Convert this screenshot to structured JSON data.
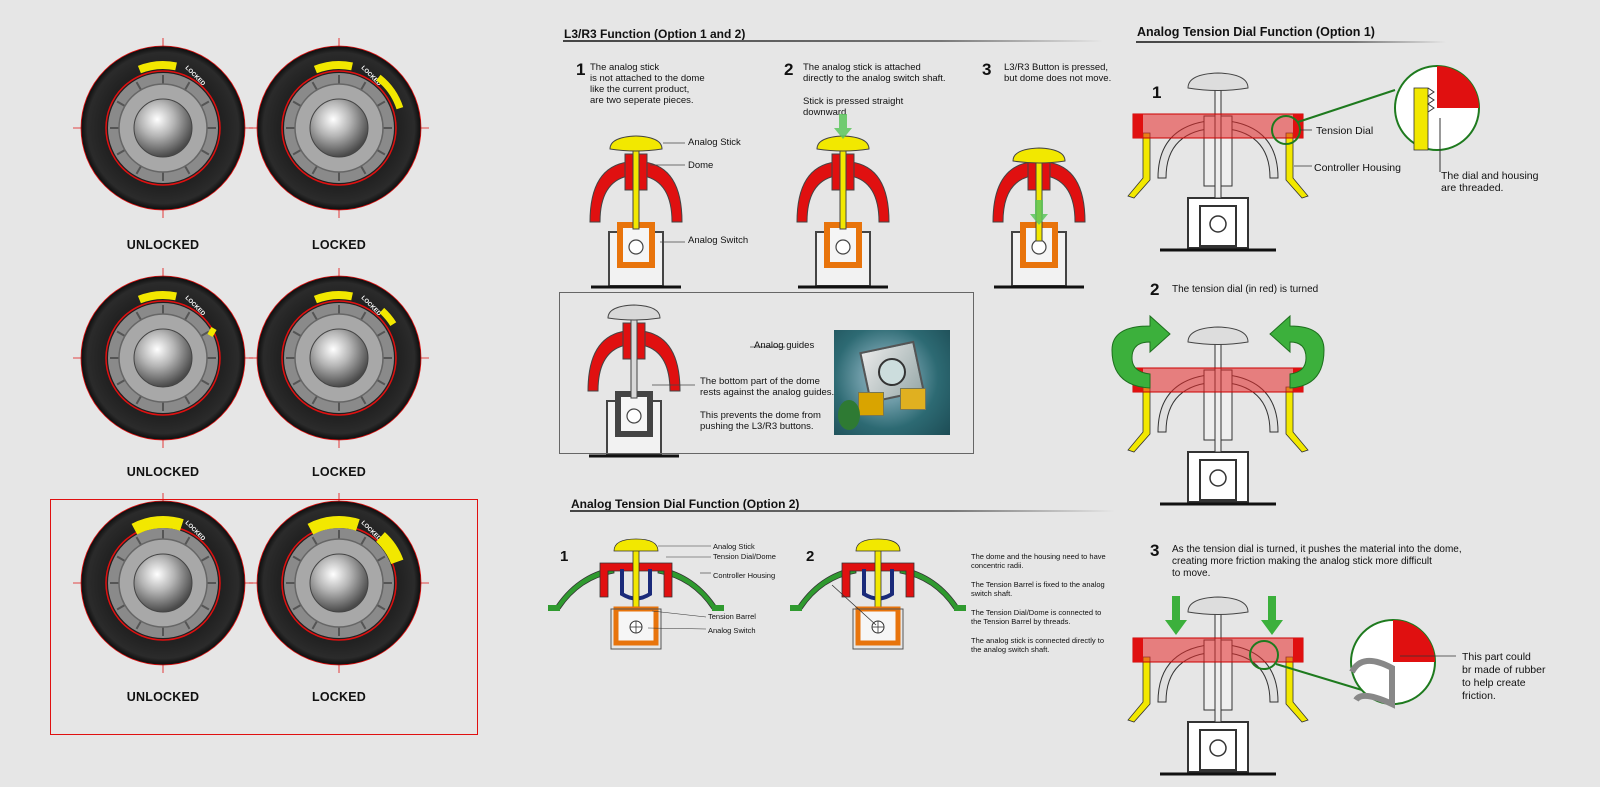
{
  "knob_labels": {
    "row1_left": "UNLOCKED",
    "row1_right": "LOCKED",
    "row2_left": "UNLOCKED",
    "row2_right": "LOCKED",
    "row3_left": "UNLOCKED",
    "row3_right": "LOCKED"
  },
  "dial_tag": "LOCKED",
  "l3r3": {
    "title": "L3/R3 Function (Option 1 and 2)",
    "step1_num": "1",
    "step1_text": [
      "The analog stick",
      "is not attached to the dome",
      "like the current product,",
      "are two seperate pieces."
    ],
    "step2_num": "2",
    "step2_text": [
      "The analog stick is attached",
      "directly to the analog switch shaft."
    ],
    "step2_note": [
      "Stick is pressed straight",
      "downward"
    ],
    "step3_num": "3",
    "step3_text": [
      "L3/R3 Button is pressed,",
      "but dome does not move."
    ],
    "labels": {
      "analog_stick": "Analog Stick",
      "dome": "Dome",
      "analog_switch": "Analog Switch"
    },
    "box": {
      "analog_guides": "Analog guides",
      "text1": [
        "The bottom part of the dome",
        "rests against the analog guides."
      ],
      "text2": [
        "This prevents the dome from",
        "pushing the L3/R3 buttons."
      ]
    }
  },
  "option2": {
    "title": "Analog Tension Dial Function (Option 2)",
    "num1": "1",
    "num2": "2",
    "labels": {
      "analog_stick": "Analog Stick",
      "tension_dial": "Tension Dial/Dome",
      "controller_housing": "Controller Housing",
      "tension_barrel": "Tension Barrel",
      "analog_switch": "Analog Switch"
    },
    "notes": [
      [
        "The dome and the housing need to have",
        "concentric radii."
      ],
      [
        "The Tension Barrel is fixed to the analog",
        "switch shaft."
      ],
      [
        "The Tension Dial/Dome is connected to",
        "the Tension Barrel by threads."
      ],
      [
        "The analog stick is connected directly to",
        "the analog switch shaft."
      ]
    ]
  },
  "option1": {
    "title": "Analog Tension Dial Function (Option 1)",
    "step1_num": "1",
    "tension_dial": "Tension Dial",
    "controller_housing": "Controller Housing",
    "threaded_note": [
      "The dial and housing",
      "are threaded."
    ],
    "step2_num": "2",
    "step2_text": "The tension dial (in red) is turned",
    "step3_num": "3",
    "step3_text": [
      "As the tension dial is turned, it pushes the material into the dome,",
      "creating more friction making the analog stick more difficult",
      "to move."
    ],
    "rubber_note": [
      "This part could",
      "br made of rubber",
      "to help create",
      "friction."
    ]
  },
  "colors": {
    "red": "#e01010",
    "yellow": "#f2e800",
    "orange": "#e8740c",
    "green": "#2f9a2f",
    "dark_green": "#1e7a1e",
    "navy": "#1a2a7a"
  }
}
